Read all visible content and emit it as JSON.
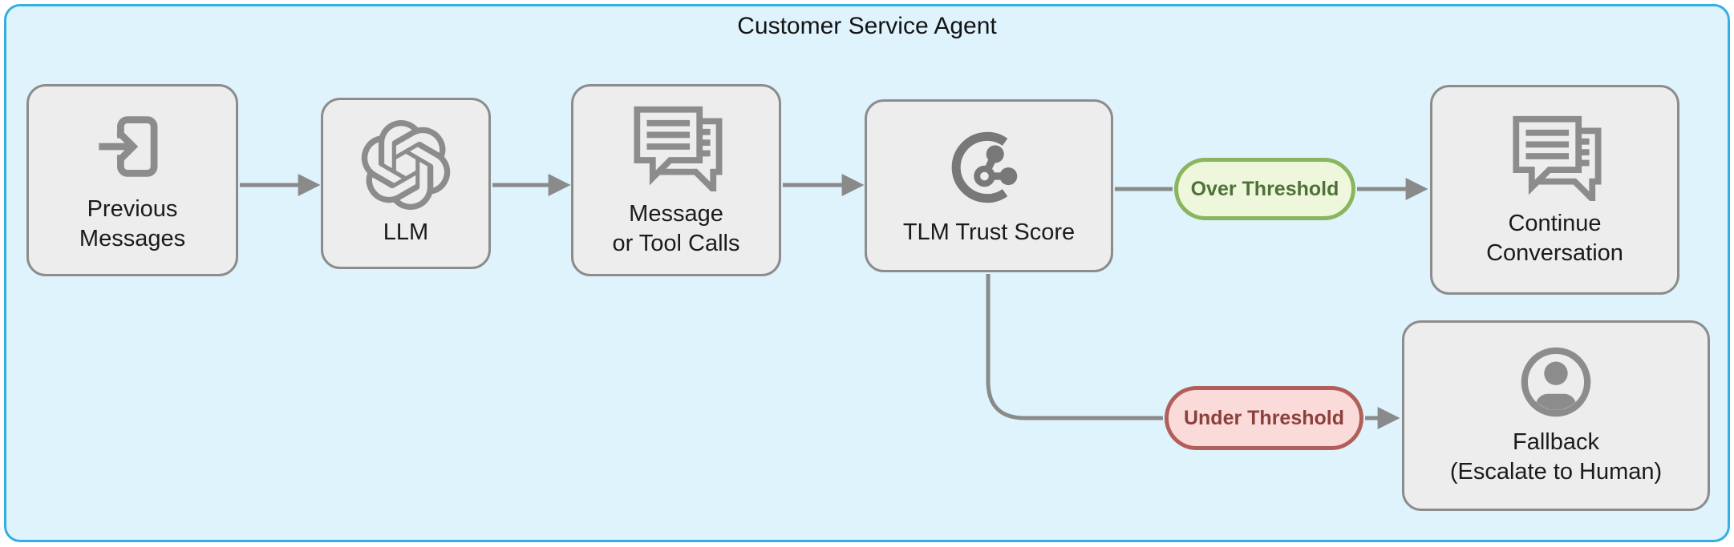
{
  "title": "Customer Service Agent",
  "colors": {
    "canvas_bg": "#ffffff",
    "container_bg": "#def3fb",
    "container_border": "#35aee3",
    "node_bg": "#ededed",
    "node_border": "#8c8c8c",
    "node_text": "#1b1b1b",
    "icon_gray": "#8c8c8c",
    "connector": "#8a8a8a",
    "over_bg": "#eef7db",
    "over_border": "#8ab55e",
    "over_text": "#4f7139",
    "under_bg": "#fbdbd9",
    "under_border": "#b15f5b",
    "under_text": "#8c403d"
  },
  "nodes": [
    {
      "id": "previous-messages",
      "line1": "Previous",
      "line2": "Messages",
      "icon": "login-icon"
    },
    {
      "id": "llm",
      "line1": "LLM",
      "line2": "",
      "icon": "openai-logo-icon"
    },
    {
      "id": "message-or-tool-calls",
      "line1": "Message",
      "line2": "or Tool Calls",
      "icon": "chat-bubbles-icon"
    },
    {
      "id": "tlm-trust-score",
      "line1": "TLM Trust Score",
      "line2": "",
      "icon": "trust-score-icon"
    },
    {
      "id": "continue-conversation",
      "line1": "Continue",
      "line2": "Conversation",
      "icon": "chat-bubbles-icon"
    },
    {
      "id": "fallback",
      "line1": "Fallback",
      "line2": "(Escalate to Human)",
      "icon": "person-icon"
    }
  ],
  "edges": {
    "over_label": "Over Threshold",
    "under_label": "Under Threshold"
  }
}
